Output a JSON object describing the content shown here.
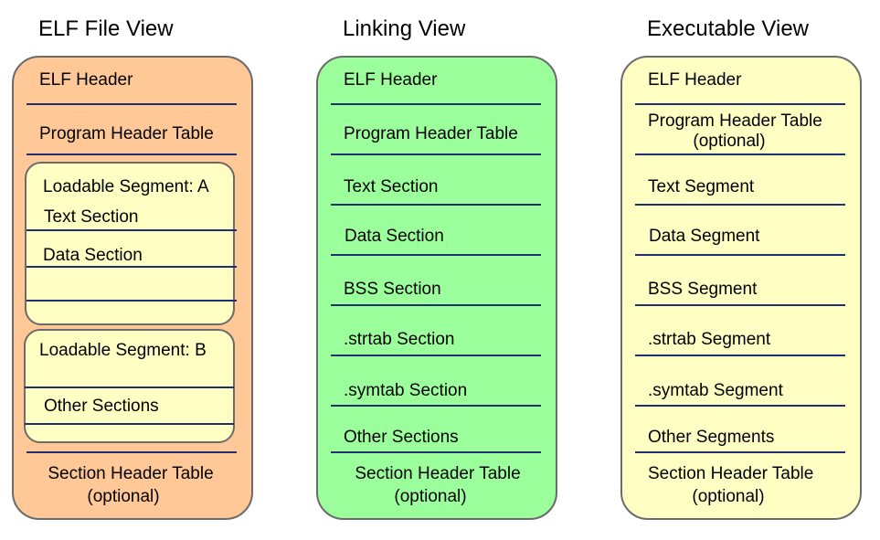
{
  "colors": {
    "elf": "#ffc896",
    "linking": "#9bff9b",
    "exec": "#ffffc4",
    "segment": "#ffffc4",
    "line": "#1f2f6e",
    "border": "#6b6b6b"
  },
  "elf_view": {
    "title": "ELF File View",
    "elf_header": "ELF Header",
    "program_header_table": "Program Header Table",
    "segment_a": {
      "label": "Loadable Segment: A",
      "text_section": "Text Section",
      "data_section": "Data Section"
    },
    "segment_b": {
      "label": "Loadable Segment: B",
      "other_sections": "Other Sections"
    },
    "section_header_table": "Section Header Table",
    "optional": "(optional)"
  },
  "linking_view": {
    "title": "Linking View",
    "items": [
      "ELF Header",
      "Program Header Table",
      "Text Section",
      "Data Section",
      "BSS Section",
      ".strtab Section",
      ".symtab Section",
      "Other Sections"
    ],
    "section_header_table": "Section Header Table",
    "optional": "(optional)"
  },
  "executable_view": {
    "title": "Executable View",
    "elf_header": "ELF Header",
    "program_header_table": "Program Header Table",
    "program_header_optional": "(optional)",
    "items": [
      "Text Segment",
      "Data Segment",
      "BSS Segment",
      ".strtab Segment",
      ".symtab Segment",
      "Other Segments"
    ],
    "section_header_table": "Section Header Table",
    "optional": "(optional)"
  }
}
